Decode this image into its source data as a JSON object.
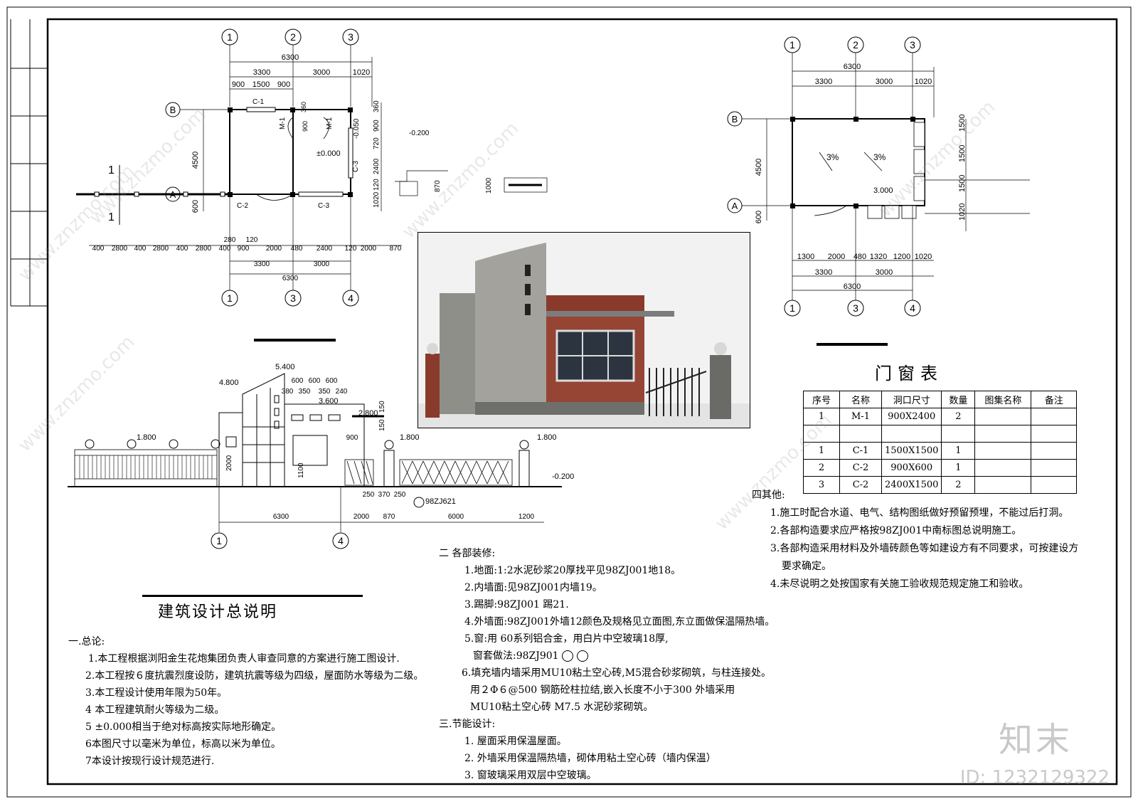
{
  "watermark": {
    "brand": "知末",
    "image_id": "ID: 1232129322",
    "text": "www.znzmo.com"
  },
  "plan_left": {
    "axes_top": [
      "1",
      "2",
      "3"
    ],
    "axes_bottom": [
      "1",
      "3",
      "4"
    ],
    "axis_B": "B",
    "axis_A": "A",
    "dims_top_total": "6300",
    "dims_top_row2": [
      "3300",
      "3000",
      "1020"
    ],
    "dims_top_row3": [
      "900",
      "1500",
      "900"
    ],
    "dims_right": [
      "360",
      "900",
      "720",
      "2400",
      "120",
      "1020"
    ],
    "dim_left": "4500",
    "dim_left_small": "600",
    "labels": [
      "C-1",
      "M-1",
      "M-1",
      "C-3",
      "C-2",
      "C-3",
      "±0.000",
      "-0.050",
      "-0.200",
      "360",
      "900"
    ],
    "detail_dims": [
      "870",
      "1000"
    ],
    "section_mark": "1",
    "dims_bottom_row1": [
      "400",
      "2800",
      "400",
      "2800",
      "400",
      "2800",
      "400",
      "900",
      "2000",
      "480",
      "2400",
      "120",
      "2000",
      "870"
    ],
    "dims_bottom_extra": [
      "280",
      "120"
    ],
    "dims_bottom_row2": [
      "3300",
      "3000"
    ],
    "dims_bottom_total": "6300"
  },
  "plan_right": {
    "axes_top": [
      "1",
      "2",
      "3"
    ],
    "axes_bottom": [
      "1",
      "3",
      "4"
    ],
    "axis_B": "B",
    "axis_A": "A",
    "dims_top_total": "6300",
    "dims_top_row2": [
      "3300",
      "3000",
      "1020"
    ],
    "dim_left": "4500",
    "dim_left_small": "600",
    "dims_right": [
      "1500",
      "1500",
      "1500",
      "1020"
    ],
    "slopes": [
      "3%",
      "3%"
    ],
    "level": "3.000",
    "dims_bottom_row1": [
      "1300",
      "2000",
      "480",
      "1320",
      "1200",
      "1020"
    ],
    "dims_bottom_row2": [
      "3300",
      "3000"
    ],
    "dims_bottom_total": "6300"
  },
  "elevation": {
    "levels": [
      "5.400",
      "4.800",
      "3.600",
      "2.800",
      "1.800",
      "1.800",
      "1.800",
      "-0.200"
    ],
    "dims_top": [
      "600",
      "600",
      "600",
      "380",
      "350",
      "350",
      "240",
      "900",
      "150",
      "150"
    ],
    "dims_vertical": [
      "2000",
      "1100"
    ],
    "dims_bottom_row1": [
      "250",
      "370",
      "250"
    ],
    "dims_bottom_row2": [
      "6300",
      "2000",
      "870",
      "6000",
      "1200"
    ],
    "ref": "98ZJ621",
    "axes": [
      "1",
      "4"
    ]
  },
  "door_window_table": {
    "title": "门窗表",
    "headers": [
      "序号",
      "名称",
      "洞口尺寸",
      "数量",
      "图集名称",
      "备注"
    ],
    "rows": [
      [
        "1",
        "M-1",
        "900X2400",
        "2",
        "",
        ""
      ],
      [
        "",
        "",
        "",
        "",
        "",
        ""
      ],
      [
        "1",
        "C-1",
        "1500X1500",
        "1",
        "",
        ""
      ],
      [
        "2",
        "C-2",
        "900X600",
        "1",
        "",
        ""
      ],
      [
        "3",
        "C-2",
        "2400X1500",
        "2",
        "",
        ""
      ]
    ]
  },
  "design_notes": {
    "title": "建筑设计总说明",
    "section1_title": "一.总论:",
    "section1": [
      "1.本工程根据浏阳金生花炮集团负责人审查同意的方案进行施工图设计.",
      "2.本工程按６度抗震烈度设防，建筑抗震等级为四级，屋面防水等级为二级。",
      "3.本工程设计使用年限为50年。",
      "4 本工程建筑耐火等级为二级。",
      "5 ±0.000相当于绝对标高按实际地形确定。",
      "6本图尺寸以毫米为单位，标高以米为单位。",
      "7本设计按现行设计规范进行."
    ]
  },
  "finishes": {
    "title": "二 各部装修:",
    "items": [
      "1.地面:1:2水泥砂浆20厚找平见98ZJ001地18。",
      "2.内墙面:见98ZJ001内墙19。",
      "3.踢脚:98ZJ001 踢21.",
      "4.外墙面:98ZJ001外墙12颜色及规格见立面图,东立面做保温隔热墙。",
      "5.窗:用 60系列铝合金，用白片中空玻璃18厚,",
      "窗套做法:98ZJ901",
      "6.填充墙内墙采用MU10粘土空心砖,M5混合砂浆砌筑，与柱连接处。",
      "用２Φ６@500 钢筋砼柱拉结,嵌入长度不小于300 外墙采用",
      "MU10粘土空心砖 M7.5 水泥砂浆砌筑。"
    ],
    "energy_title": "三.节能设计:",
    "energy": [
      "1. 屋面采用保温屋面。",
      "2. 外墙采用保温隔热墙，砌体用粘土空心砖（墙内保温）",
      "3. 窗玻璃采用双层中空玻璃。"
    ]
  },
  "other_notes": {
    "title": "四其他:",
    "items": [
      "1.施工时配合水道、电气、结构图纸做好预留预埋，不能过后打洞。",
      "2.各部构造要求应严格按98ZJ001中南标图总说明施工。",
      "3.各部构造采用材料及外墙砖颜色等如建设方有不同要求，可按建设方",
      "要求确定。",
      "4.未尽说明之处按国家有关施工验收规范规定施工和验收。"
    ]
  }
}
